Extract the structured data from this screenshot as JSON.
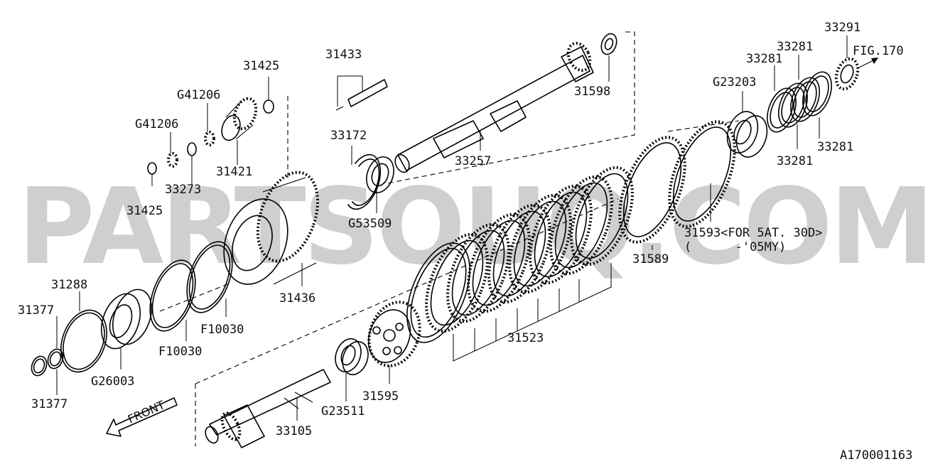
{
  "watermark": "PARTSOUQ.COM",
  "diagram_code": "A170001163",
  "front_label": "FRONT",
  "fig_ref": "FIG.170",
  "labels": {
    "p33291": "33291",
    "p33281_a": "33281",
    "p33281_b": "33281",
    "p33281_c": "33281",
    "p33281_d": "33281",
    "pG23203": "G23203",
    "p31598": "31598",
    "p33257": "33257",
    "p31433": "31433",
    "p31425_a": "31425",
    "p31425_b": "31425",
    "pG41206_a": "G41206",
    "pG41206_b": "G41206",
    "p31421": "31421",
    "p33273": "33273",
    "p33172": "33172",
    "pG53509": "G53509",
    "p31436": "31436",
    "p31589": "31589",
    "p31593_line1": "31593<FOR 5AT. 30D>",
    "p31593_line2": "(      -'05MY)",
    "p31288": "31288",
    "p31377_a": "31377",
    "p31377_b": "31377",
    "pF10030_a": "F10030",
    "pF10030_b": "F10030",
    "pG26003": "G26003",
    "p31523": "31523",
    "p31595": "31595",
    "pG23511": "G23511",
    "p33105": "33105"
  }
}
